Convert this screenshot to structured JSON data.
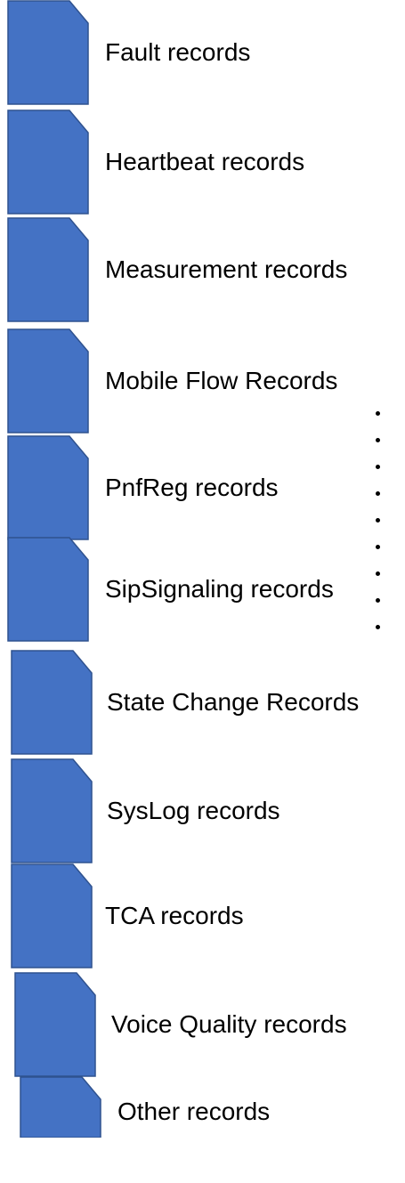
{
  "colors": {
    "icon_fill": "#4472C4",
    "icon_stroke": "#2F528F",
    "text": "#000000"
  },
  "records": [
    {
      "label": "Fault records",
      "icon": "document-icon"
    },
    {
      "label": "Heartbeat records",
      "icon": "document-icon"
    },
    {
      "label": "Measurement records",
      "icon": "document-icon"
    },
    {
      "label": "Mobile Flow Records",
      "icon": "document-icon"
    },
    {
      "label": "PnfReg records",
      "icon": "document-icon"
    },
    {
      "label": "SipSignaling records",
      "icon": "document-icon"
    },
    {
      "label": "State Change Records",
      "icon": "document-icon"
    },
    {
      "label": "SysLog records",
      "icon": "document-icon"
    },
    {
      "label": "TCA records",
      "icon": "document-icon"
    },
    {
      "label": "Voice Quality records",
      "icon": "document-icon"
    },
    {
      "label": "Other records",
      "icon": "document-icon"
    }
  ],
  "continuation_marker": "vertical-ellipsis"
}
